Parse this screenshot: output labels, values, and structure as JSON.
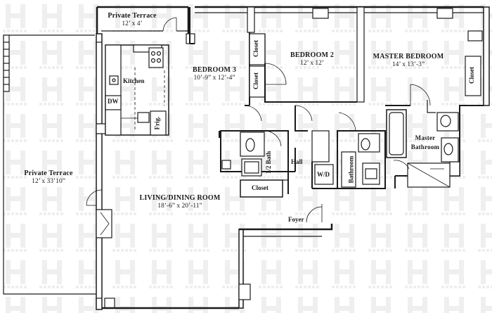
{
  "plan": {
    "rooms": {
      "private_terrace_top": {
        "name": "Private Terrace",
        "dims": "12’ x 4’"
      },
      "kitchen": {
        "name": "Kitchen"
      },
      "bedroom3": {
        "name": "BEDROOM 3",
        "dims": "10’-9” x 12’-4”"
      },
      "bedroom2": {
        "name": "BEDROOM 2",
        "dims": "12’ x 12’"
      },
      "master_bedroom": {
        "name": "MASTER BEDROOM",
        "dims": "14’ x 13’-3”"
      },
      "private_terrace_left": {
        "name": "Private Terrace",
        "dims": "12’ x 33’10”"
      },
      "living_dining": {
        "name": "LIVING/DINING ROOM",
        "dims": "18’-6” x 20’-11”"
      },
      "half_bath": {
        "name": "1/2 Bath"
      },
      "hall": {
        "name": "Hall"
      },
      "bathroom": {
        "name": "Bathroom"
      },
      "master_bathroom": {
        "name": "Master Bathroom"
      },
      "foyer": {
        "name": "Foyer"
      }
    },
    "fixtures": {
      "dw": "DW",
      "frig": "Frig.",
      "wd": "W/D",
      "closet_b2_upper": "Closet",
      "closet_b2_lower": "Closet",
      "closet_master": "Closet",
      "closet_hall": "Closet"
    },
    "colors": {
      "wall": "#1a1a1a",
      "watermark": "#ececec",
      "background": "#ffffff"
    }
  }
}
